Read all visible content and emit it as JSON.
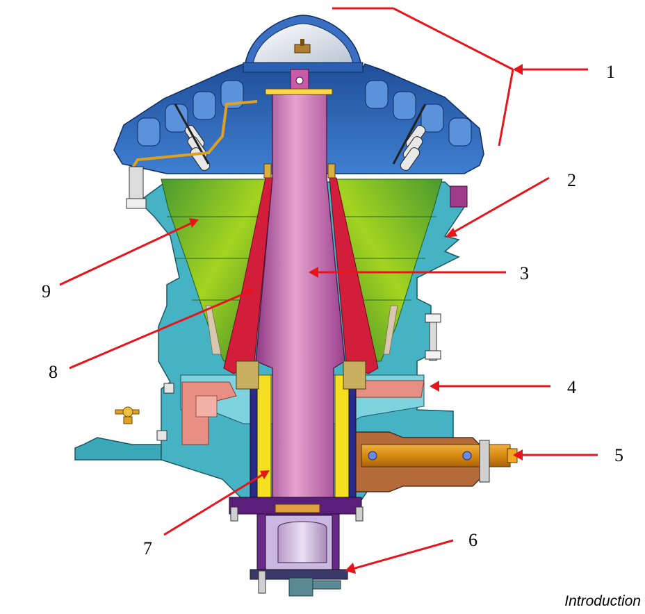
{
  "figure": {
    "caption": "Introduction",
    "callout_color": "#e8141b",
    "callouts": [
      {
        "id": "1",
        "label": "1"
      },
      {
        "id": "2",
        "label": "2"
      },
      {
        "id": "3",
        "label": "3"
      },
      {
        "id": "4",
        "label": "4"
      },
      {
        "id": "5",
        "label": "5"
      },
      {
        "id": "6",
        "label": "6"
      },
      {
        "id": "7",
        "label": "7"
      },
      {
        "id": "8",
        "label": "8"
      },
      {
        "id": "9",
        "label": "9"
      }
    ]
  }
}
